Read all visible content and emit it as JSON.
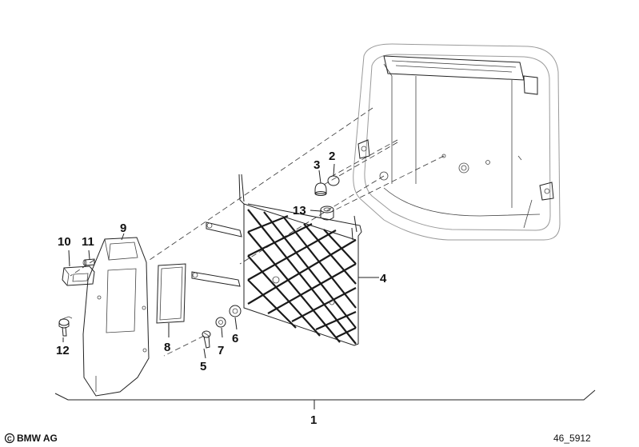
{
  "callouts": {
    "c1": "1",
    "c2": "2",
    "c3": "3",
    "c4": "4",
    "c5": "5",
    "c6": "6",
    "c7": "7",
    "c8": "8",
    "c9": "9",
    "c10": "10",
    "c11": "11",
    "c12": "12",
    "c13": "13"
  },
  "footer": {
    "copyright": "BMW AG",
    "diagram_id": "46_5912"
  }
}
